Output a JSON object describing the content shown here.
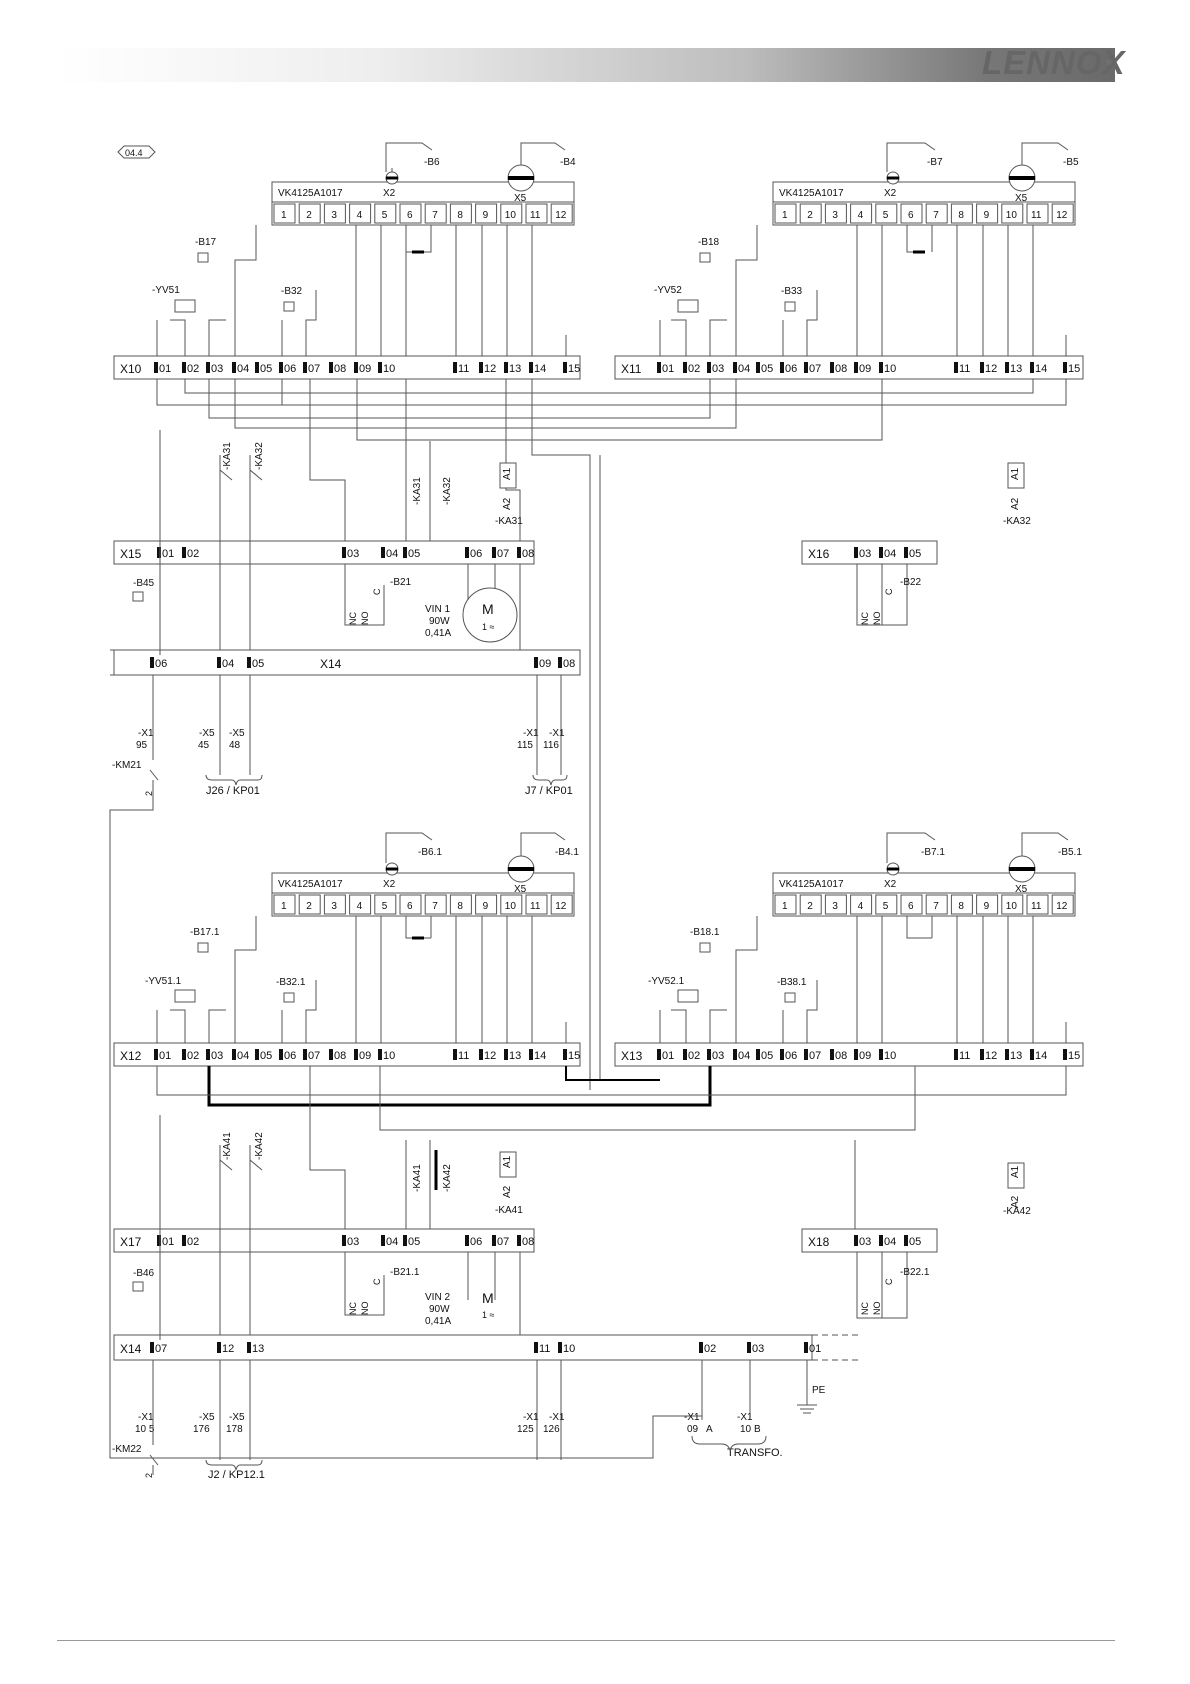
{
  "header": {
    "logo_text": "LENNOX",
    "registered_mark": "®",
    "ref_tag": "04.4"
  },
  "colors": {
    "line": "#555555",
    "bold_line": "#000000",
    "text": "#111111"
  },
  "devices": {
    "top_left": {
      "model": "VK4125A1017",
      "conn_small": "X2",
      "conn_big": "X5",
      "sensor_small": "-B6",
      "sensor_big": "-B4"
    },
    "top_right": {
      "model": "VK4125A1017",
      "conn_small": "X2",
      "conn_big": "X5",
      "sensor_small": "-B7",
      "sensor_big": "-B5"
    },
    "bot_left": {
      "model": "VK4125A1017",
      "conn_small": "X2",
      "conn_big": "X5",
      "sensor_small": "-B6.1",
      "sensor_big": "-B4.1"
    },
    "bot_right": {
      "model": "VK4125A1017",
      "conn_small": "X2",
      "conn_big": "X5",
      "sensor_small": "-B7.1",
      "sensor_big": "-B5.1"
    },
    "pins": [
      "1",
      "2",
      "3",
      "4",
      "5",
      "6",
      "7",
      "8",
      "9",
      "10",
      "11",
      "12"
    ]
  },
  "terminal_blocks": {
    "X10": {
      "name": "X10",
      "terms": [
        "01",
        "02",
        "03",
        "04",
        "05",
        "06",
        "07",
        "08",
        "09",
        "10",
        "11",
        "12",
        "13",
        "14",
        "15"
      ]
    },
    "X11": {
      "name": "X11",
      "terms": [
        "01",
        "02",
        "03",
        "04",
        "05",
        "06",
        "07",
        "08",
        "09",
        "10",
        "11",
        "12",
        "13",
        "14",
        "15"
      ]
    },
    "X12": {
      "name": "X12",
      "terms": [
        "01",
        "02",
        "03",
        "04",
        "05",
        "06",
        "07",
        "08",
        "09",
        "10",
        "11",
        "12",
        "13",
        "14",
        "15"
      ]
    },
    "X13": {
      "name": "X13",
      "terms": [
        "01",
        "02",
        "03",
        "04",
        "05",
        "06",
        "07",
        "08",
        "09",
        "10",
        "11",
        "12",
        "13",
        "14",
        "15"
      ]
    },
    "X15": {
      "name": "X15",
      "terms": [
        "01",
        "02",
        "03",
        "04",
        "05",
        "06",
        "07",
        "08"
      ]
    },
    "X16": {
      "name": "X16",
      "terms": [
        "03",
        "04",
        "05"
      ]
    },
    "X17": {
      "name": "X17",
      "terms": [
        "01",
        "02",
        "03",
        "04",
        "05",
        "06",
        "07",
        "08"
      ]
    },
    "X18": {
      "name": "X18",
      "terms": [
        "03",
        "04",
        "05"
      ]
    },
    "X14_top": {
      "name": "X14",
      "terms": [
        "06",
        "04",
        "05",
        "09",
        "08"
      ]
    },
    "X14_bot": {
      "name": "X14",
      "terms": [
        "07",
        "12",
        "13",
        "11",
        "10",
        "02",
        "03",
        "01"
      ]
    }
  },
  "components": {
    "top_left": {
      "pressure": "-B17",
      "valve": "-YV51",
      "pressure2": "-B32",
      "switch_sensor": "-B45"
    },
    "top_right": {
      "pressure": "-B18",
      "valve": "-YV52",
      "pressure2": "-B33"
    },
    "bot_left": {
      "pressure": "-B17.1",
      "valve": "-YV51.1",
      "pressure2": "-B32.1",
      "switch_sensor": "-B46"
    },
    "bot_right": {
      "pressure": "-B18.1",
      "valve": "-YV52.1",
      "pressure2": "-B38.1"
    }
  },
  "relays": {
    "top": {
      "ka_a": "-KA31",
      "ka_b": "-KA32",
      "coil_label": "-KA31",
      "coil_right": "-KA32",
      "a1": "A1",
      "a2": "A2"
    },
    "bottom": {
      "ka_a": "-KA41",
      "ka_b": "-KA42",
      "coil_label": "-KA41",
      "coil_right": "-KA42",
      "a1": "A1",
      "a2": "A2"
    }
  },
  "motors": {
    "top": {
      "name": "VIN 1",
      "power": "90W",
      "current": "0,41A",
      "symbol": "M",
      "phase": "1 ≈"
    },
    "bottom": {
      "name": "VIN 2",
      "power": "90W",
      "current": "0,41A",
      "symbol": "M",
      "phase": "1 ≈"
    }
  },
  "switches": {
    "b21": {
      "name": "-B21",
      "nc": "NC",
      "no": "NO",
      "c": "C"
    },
    "b22": {
      "name": "-B22",
      "nc": "NC",
      "no": "NO",
      "c": "C"
    },
    "b211": {
      "name": "-B21.1",
      "nc": "NC",
      "no": "NO",
      "c": "C"
    },
    "b221": {
      "name": "-B22.1",
      "nc": "NC",
      "no": "NO",
      "c": "C"
    }
  },
  "connectors_top": {
    "x1_95": {
      "ref": "-X1",
      "pin": "95"
    },
    "x5_45": {
      "ref": "-X5",
      "pin": "45"
    },
    "x5_48": {
      "ref": "-X5",
      "pin": "48"
    },
    "x1_115": {
      "ref": "-X1",
      "pin": "115"
    },
    "x1_116": {
      "ref": "-X1",
      "pin": "116"
    },
    "km": "-KM21",
    "km_num": "2",
    "group_a": "J26 / KP01",
    "group_b": "J7 / KP01"
  },
  "connectors_bot": {
    "x1_10": {
      "ref": "-X1",
      "pin": "10  5"
    },
    "x5_176": {
      "ref": "-X5",
      "pin": "176"
    },
    "x5_178": {
      "ref": "-X5",
      "pin": "178"
    },
    "x1_125": {
      "ref": "-X1",
      "pin": "125"
    },
    "x1_126": {
      "ref": "-X1",
      "pin": "126"
    },
    "x1_09": {
      "ref": "-X1",
      "pin": "09"
    },
    "x1_10b": {
      "ref": "-X1",
      "pin": "10"
    },
    "km": "-KM22",
    "km_num": "2",
    "group_a": "J2 / KP12.1",
    "pe": "PE",
    "transfo": "TRANSFO.",
    "a": "A",
    "b": "B"
  }
}
